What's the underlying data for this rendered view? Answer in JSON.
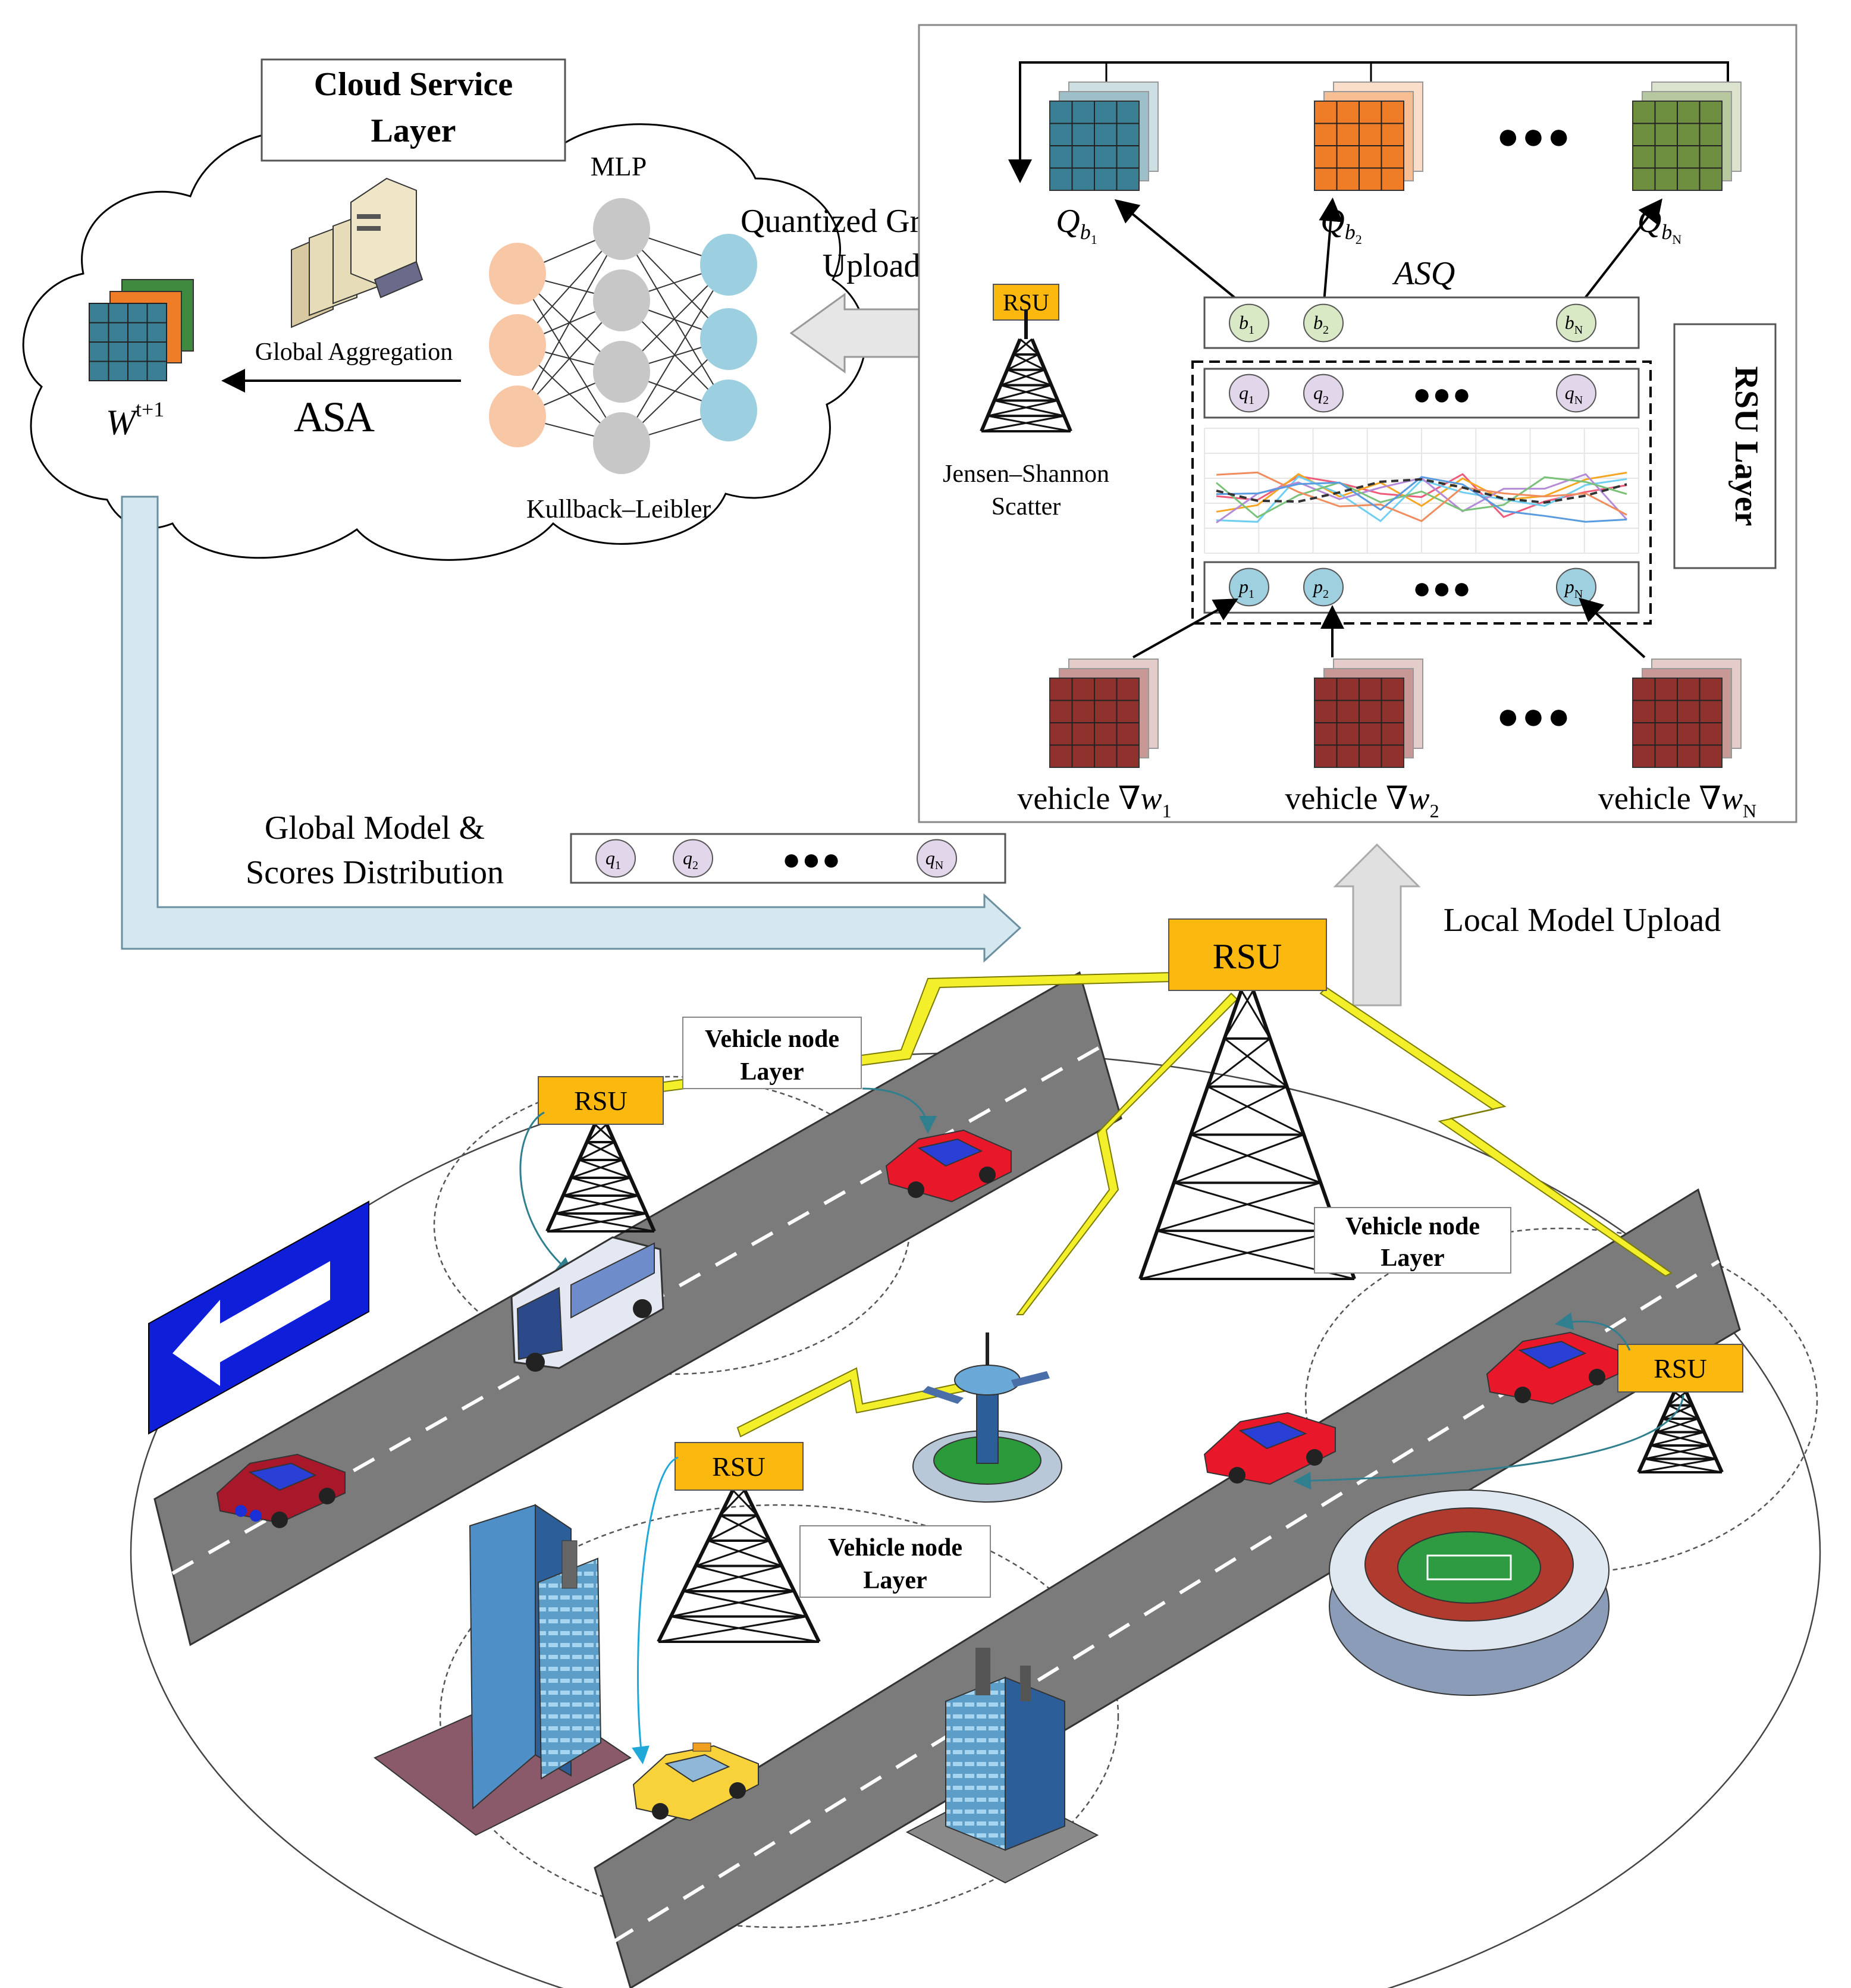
{
  "cloud": {
    "title_line1": "Cloud Service",
    "title_line2": "Layer",
    "mlp_label": "MLP",
    "kl_label": "Kullback–Leibler",
    "aggregation_label": "Global Aggregation",
    "asa_label": "ASA",
    "weight_base": "W",
    "weight_sup": "t+1"
  },
  "upload": {
    "line1": "Quantized Gradient",
    "line2": "Upload"
  },
  "rsu_panel": {
    "rsu_tag": "RSU",
    "scatter_line1": "Jensen–Shannon",
    "scatter_line2": "Scatter",
    "asq_label": "ASQ",
    "layer_label": "RSU Layer",
    "ellipsis": "●●●",
    "q_blocks": [
      {
        "base": "Q",
        "sub": "b",
        "subsub": "1",
        "color": "#3a7f93"
      },
      {
        "base": "Q",
        "sub": "b",
        "subsub": "2",
        "color": "#ef7c27"
      },
      {
        "base": "Q",
        "sub": "b",
        "subsub": "N",
        "color": "#6e8f3f"
      }
    ],
    "b_nodes": [
      {
        "base": "b",
        "sub": "1"
      },
      {
        "base": "b",
        "sub": "2"
      },
      {
        "base": "b",
        "sub": "N"
      }
    ],
    "q_nodes": [
      {
        "base": "q",
        "sub": "1"
      },
      {
        "base": "q",
        "sub": "2"
      },
      {
        "base": "q",
        "sub": "N"
      }
    ],
    "p_nodes": [
      {
        "base": "p",
        "sub": "1"
      },
      {
        "base": "p",
        "sub": "2"
      },
      {
        "base": "p",
        "sub": "N"
      }
    ],
    "vehicles": [
      {
        "prefix": "vehicle ∇",
        "var": "w",
        "sub": "1"
      },
      {
        "prefix": "vehicle ∇",
        "var": "w",
        "sub": "2"
      },
      {
        "prefix": "vehicle ∇",
        "var": "w",
        "sub": "N"
      }
    ]
  },
  "distribution": {
    "line1": "Global Model &",
    "line2": "Scores Distribution",
    "q_nodes": [
      {
        "base": "q",
        "sub": "1"
      },
      {
        "base": "q",
        "sub": "2"
      },
      {
        "base": "q",
        "sub": "N"
      }
    ],
    "ellipsis": "●●●"
  },
  "local_upload": "Local Model Upload",
  "ground": {
    "rsu_main": "RSU",
    "rsu_left": "RSU",
    "rsu_center": "RSU",
    "rsu_right": "RSU",
    "vehicle_layers": [
      {
        "line1": "Vehicle node",
        "line2": "Layer"
      },
      {
        "line1": "Vehicle node",
        "line2": "Layer"
      },
      {
        "line1": "Vehicle node",
        "line2": "Layer"
      }
    ]
  },
  "colors": {
    "rsu_box": "#fbb910",
    "road": "#7b7b7b",
    "lightning": "#f3ef2a",
    "arrow_fill": "#d5e8f0",
    "node_orange": "#f8c8a6",
    "node_gray": "#c7c7c7",
    "node_blue": "#9ccfdf",
    "b_node": "#d9e9c5",
    "q_node": "#e2d7ea",
    "p_node": "#9fd0e0",
    "vehicle_block": "#8f312c"
  }
}
